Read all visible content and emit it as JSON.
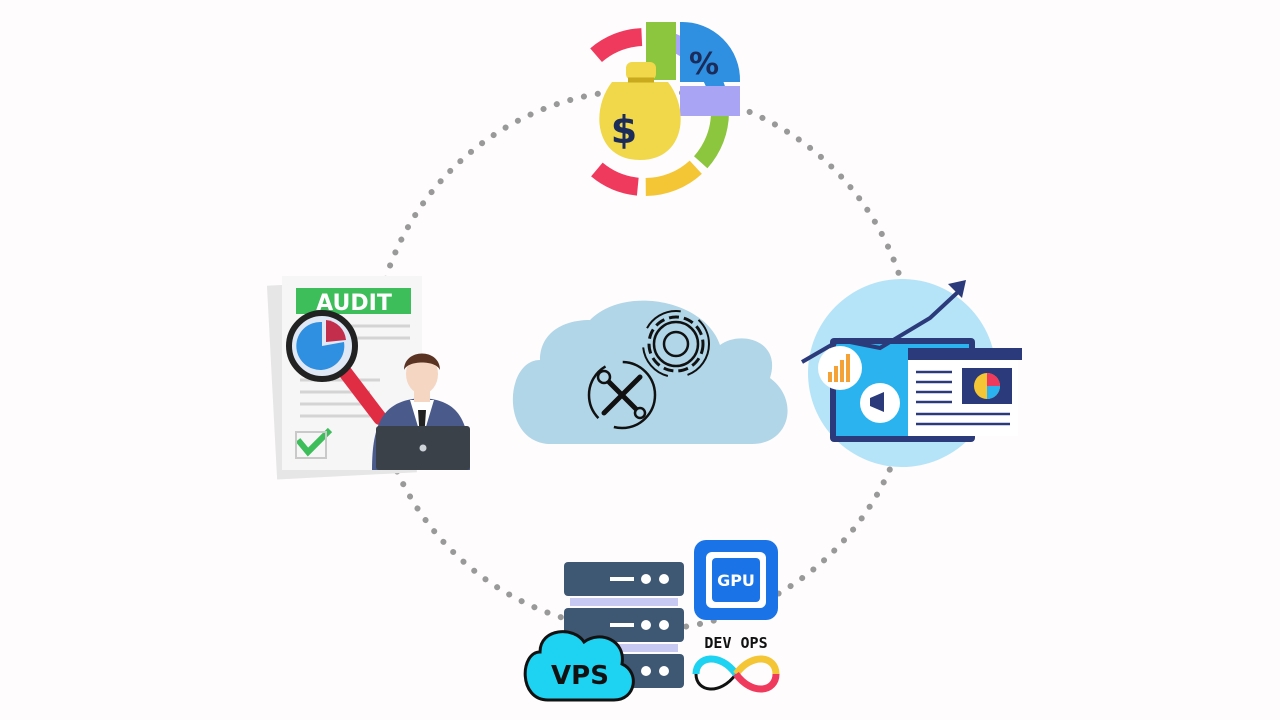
{
  "nodes": {
    "audit": {
      "label": "AUDIT"
    },
    "gpu": {
      "label": "GPU"
    },
    "devops": {
      "label": "DEV OPS"
    },
    "vps": {
      "label": "VPS"
    },
    "finance": {
      "symbol": "$",
      "percent": "%"
    }
  },
  "colors": {
    "cloud": "#b1d6e8",
    "dots": "#999999",
    "audit_green": "#3ebd5b",
    "gpu_blue": "#1a74e8",
    "vps_cyan": "#1ed2f2",
    "server_body": "#3e5873",
    "bag_yellow": "#f0d84a"
  },
  "icons": [
    "finance-pie-money-bag-icon",
    "audit-report-magnifier-icon",
    "businessman-laptop-icon",
    "cloud-gear-tools-icon",
    "marketing-dashboard-growth-icon",
    "server-rack-icon",
    "gpu-chip-icon",
    "devops-infinity-icon",
    "vps-cloud-icon"
  ]
}
